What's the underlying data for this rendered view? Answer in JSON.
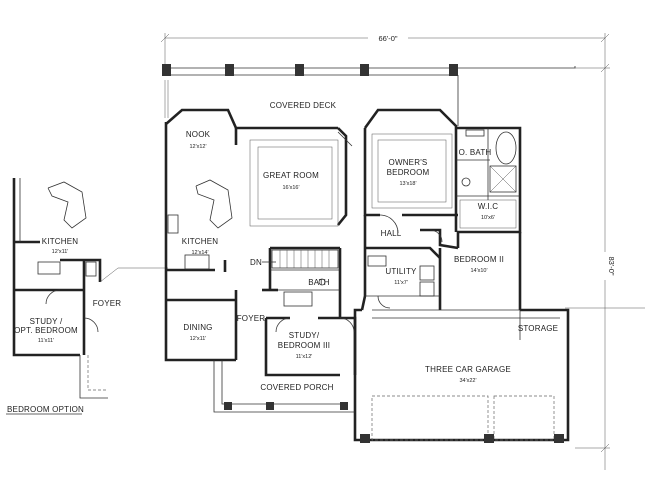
{
  "plan": {
    "dims": {
      "width": "66'-0\"",
      "depth": "83'-0\""
    },
    "rooms": {
      "covered_deck": {
        "name": "COVERED DECK"
      },
      "nook": {
        "name": "NOOK",
        "size": "12'x12'"
      },
      "great_room": {
        "name": "GREAT ROOM",
        "size": "16'x16'"
      },
      "owners_bedroom": {
        "name1": "OWNER'S",
        "name2": "BEDROOM",
        "size": "13'x18'"
      },
      "o_bath": {
        "name": "O. BATH"
      },
      "wic": {
        "name": "W.I.C",
        "size": "10'x6'"
      },
      "kitchen": {
        "name": "KITCHEN",
        "size": "12'x14'"
      },
      "hall": {
        "name": "HALL"
      },
      "bedroom2": {
        "name": "BEDROOM II",
        "size": "14'x10'"
      },
      "utility": {
        "name": "UTILITY",
        "size": "11'x7'"
      },
      "bath": {
        "name": "BATH"
      },
      "dn": {
        "name": "DN"
      },
      "dining": {
        "name": "DINING",
        "size": "12'x11'"
      },
      "foyer": {
        "name": "FOYER"
      },
      "study_bedroom3": {
        "name1": "STUDY/",
        "name2": "BEDROOM III",
        "size": "11'x12'"
      },
      "covered_porch": {
        "name": "COVERED PORCH"
      },
      "storage": {
        "name": "STORAGE"
      },
      "garage": {
        "name": "THREE CAR GARAGE",
        "size": "34'x22'"
      }
    }
  },
  "option": {
    "kitchen": {
      "name": "KITCHEN",
      "size": "12'x11'"
    },
    "foyer": {
      "name": "FOYER"
    },
    "study": {
      "name1": "STUDY /",
      "name2": "OPT. BEDROOM",
      "size": "11'x11'"
    },
    "caption": "BEDROOM OPTION"
  }
}
